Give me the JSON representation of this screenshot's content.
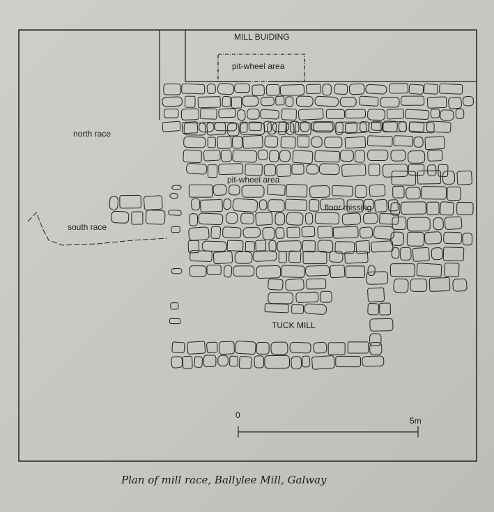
{
  "figure": {
    "labels": {
      "mill_building": "MILL BUIDING",
      "pit_wheel_top": "pit-wheel area",
      "north_race": "north race",
      "pit_wheel_mid": "pit-wheel area",
      "floor_missing": "floor missing",
      "south_race": "south race",
      "tuck_mill": "TUCK MILL"
    },
    "scale_bar": {
      "start_label": "0",
      "end_label": "5m"
    },
    "caption": "Plan of mill race, Ballylee Mill, Galway"
  }
}
